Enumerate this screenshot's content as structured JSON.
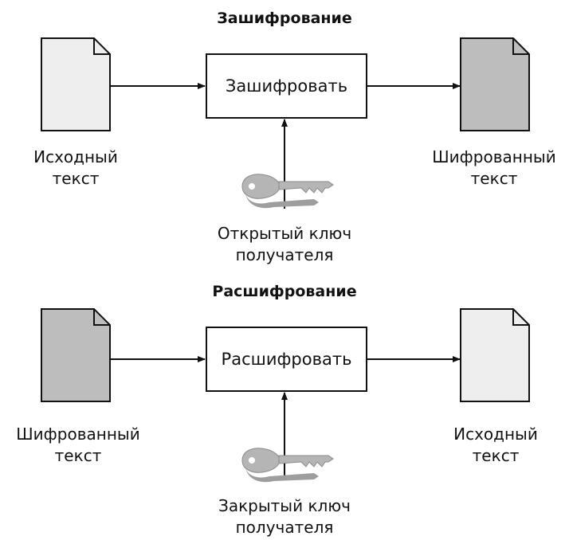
{
  "colors": {
    "doc_light": "#eeeeee",
    "doc_dark": "#bdbdbd",
    "key": "#b5b5b5",
    "line": "#111111"
  },
  "encryption": {
    "title": "Зашифрование",
    "input_label_line1": "Исходный",
    "input_label_line2": "текст",
    "process_label": "Зашифровать",
    "output_label_line1": "Шифрованный",
    "output_label_line2": "текст",
    "key_label_line1": "Открытый ключ",
    "key_label_line2": "получателя",
    "key_icon": "key-icon"
  },
  "decryption": {
    "title": "Расшифрование",
    "input_label_line1": "Шифрованный",
    "input_label_line2": "текст",
    "process_label": "Расшифровать",
    "output_label_line1": "Исходный",
    "output_label_line2": "текст",
    "key_label_line1": "Закрытый ключ",
    "key_label_line2": "получателя",
    "key_icon": "key-icon"
  }
}
